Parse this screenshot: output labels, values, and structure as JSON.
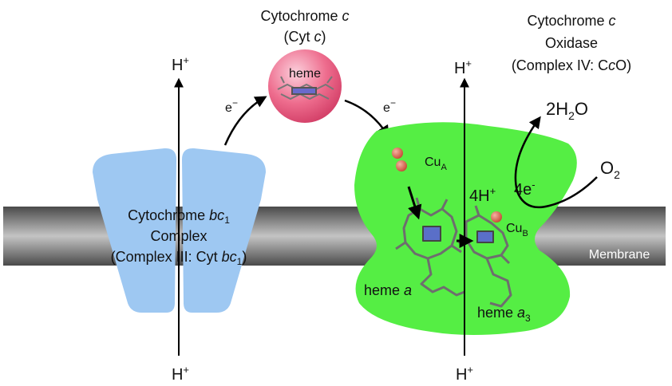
{
  "membrane": {
    "label": "Membrane"
  },
  "complex3": {
    "line1": "Cytochrome ",
    "line1_em": "bc",
    "line1_sub": "1",
    "line2": "Complex",
    "line3": "(Complex III: Cyt ",
    "line3_em": "bc",
    "line3_sub": "1",
    "line3_end": ")"
  },
  "cytc": {
    "title_line1": "Cytochrome ",
    "title_line1_em": "c",
    "title_line2": "(Cyt ",
    "title_line2_em": "c",
    "title_line2_end": ")",
    "heme_label": "heme"
  },
  "cco": {
    "title_line1": "Cytochrome ",
    "title_line1_em": "c",
    "title_line2": "Oxidase",
    "title_line3": "(Complex IV: C",
    "title_line3_em": "c",
    "title_line3_end": "O)",
    "cua": "Cu",
    "cua_sub": "A",
    "cub": "Cu",
    "cub_sub": "B",
    "heme_a": "heme ",
    "heme_a_em": "a",
    "heme_a3": "heme ",
    "heme_a3_em": "a",
    "heme_a3_sub": "3",
    "protons": "4H",
    "protons_sup": "+",
    "electrons": "4e",
    "electrons_sup": "-",
    "water": "2H",
    "water_sub": "2",
    "water_end": "O",
    "oxygen": "O",
    "oxygen_sub": "2"
  },
  "proton": {
    "symbol": "H",
    "sup": "+"
  },
  "electron": {
    "symbol": "e",
    "sup": "−"
  },
  "colors": {
    "membrane_dark": "#3a3a3a",
    "membrane_light": "#b8b8b8",
    "complex3": "#9ec8f2",
    "cco": "#55ee44",
    "cytc": "#ee5f80",
    "copper": "#e0705a"
  }
}
